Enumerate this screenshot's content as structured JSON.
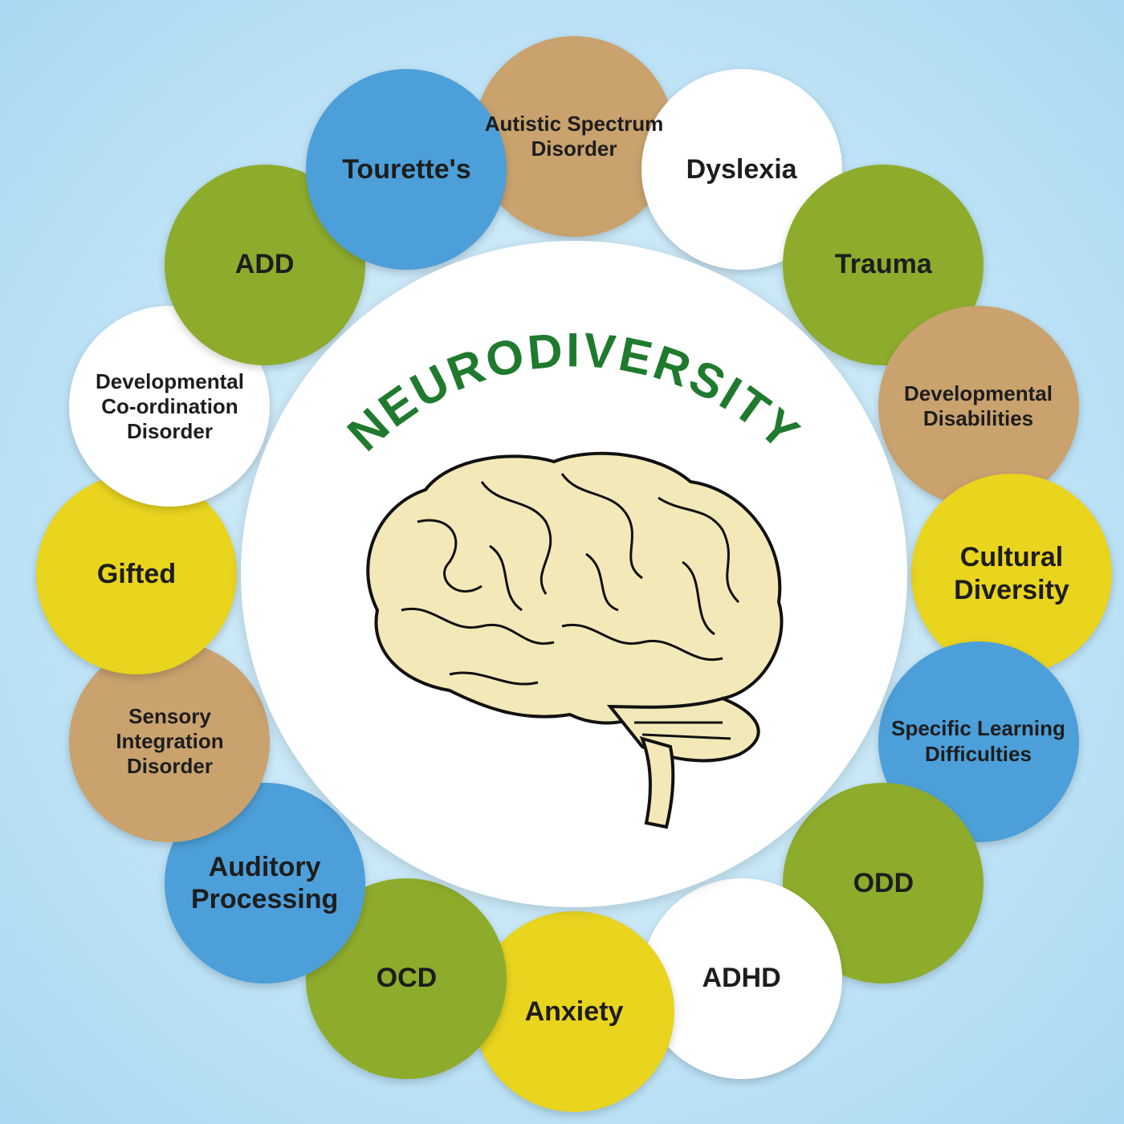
{
  "title": "NEURODIVERSITY",
  "colors": {
    "tan": "#c9a26e",
    "green": "#8eac2c",
    "yellow": "#e9d41e",
    "blue": "#4c9fd9",
    "white": "#ffffff",
    "title": "#1f7a2e",
    "brain": "#f3e9b8"
  },
  "items": [
    {
      "label": "Autistic Spectrum Disorder",
      "color": "tan"
    },
    {
      "label": "Dyslexia",
      "color": "white"
    },
    {
      "label": "Trauma",
      "color": "green"
    },
    {
      "label": "Developmental Disabilities",
      "color": "tan"
    },
    {
      "label": "Cultural Diversity",
      "color": "yellow"
    },
    {
      "label": "Specific Learning Difficulties",
      "color": "blue"
    },
    {
      "label": "ODD",
      "color": "green"
    },
    {
      "label": "ADHD",
      "color": "white"
    },
    {
      "label": "Anxiety",
      "color": "yellow"
    },
    {
      "label": "OCD",
      "color": "green"
    },
    {
      "label": "Auditory Processing",
      "color": "blue"
    },
    {
      "label": "Sensory Integration Disorder",
      "color": "tan"
    },
    {
      "label": "Gifted",
      "color": "yellow"
    },
    {
      "label": "Developmental Co-ordination Disorder",
      "color": "white"
    },
    {
      "label": "ADD",
      "color": "green"
    },
    {
      "label": "Tourette's",
      "color": "blue"
    }
  ]
}
